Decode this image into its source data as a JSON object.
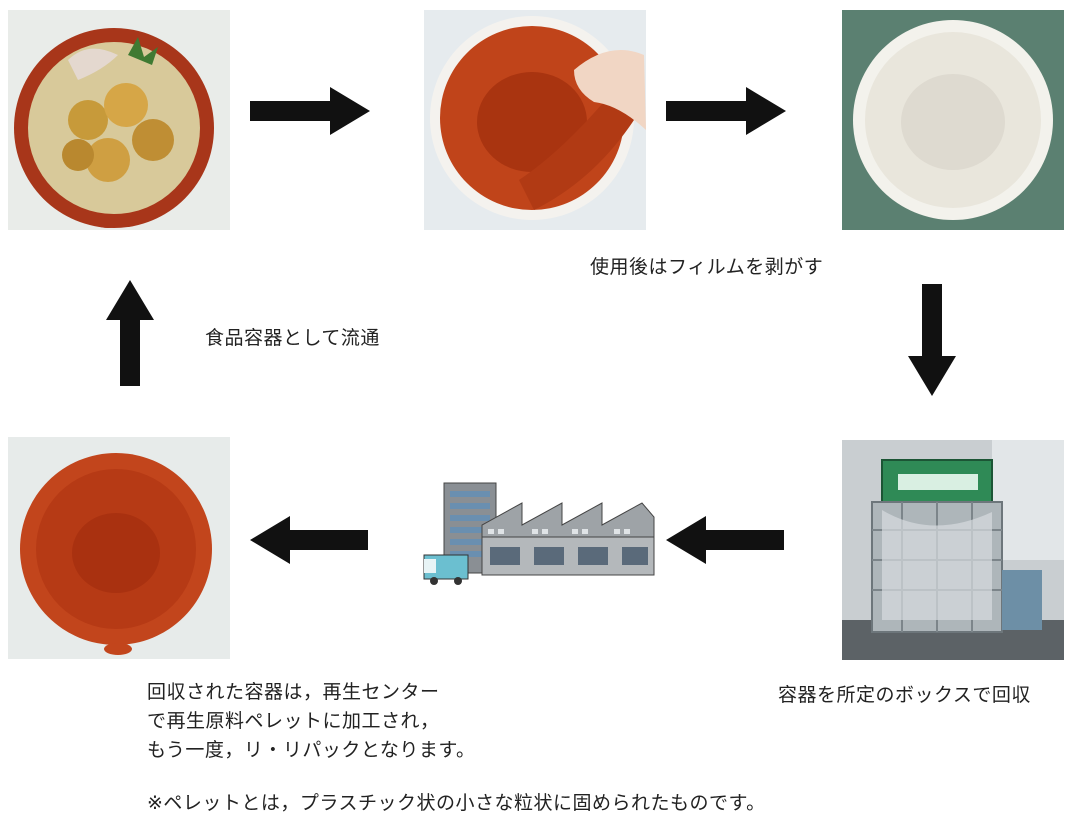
{
  "diagram": {
    "steps": [
      {
        "id": "bowl-with-food",
        "caption": ""
      },
      {
        "id": "peeling-film",
        "caption": "使用後はフィルムを剥がす"
      },
      {
        "id": "white-bowl",
        "caption": ""
      },
      {
        "id": "collection-box",
        "caption": "容器を所定のボックスで回収"
      },
      {
        "id": "recycling-center",
        "caption": ""
      },
      {
        "id": "recycled-bowl",
        "caption": ""
      }
    ],
    "distribution_caption": "食品容器として流通",
    "recycle_caption": {
      "line1": "回収された容器は，再生センター",
      "line2": "で再生原料ペレットに加工され，",
      "line3": "もう一度，リ・リパックとなります。"
    },
    "footnote": "※ペレットとは，プラスチック状の小さな粒状に固められたものです。"
  },
  "colors": {
    "arrow": "#111111",
    "bowl_red": "#c0441a",
    "bowl_white": "#ece9e2",
    "bin_green": "#2f8a56"
  }
}
